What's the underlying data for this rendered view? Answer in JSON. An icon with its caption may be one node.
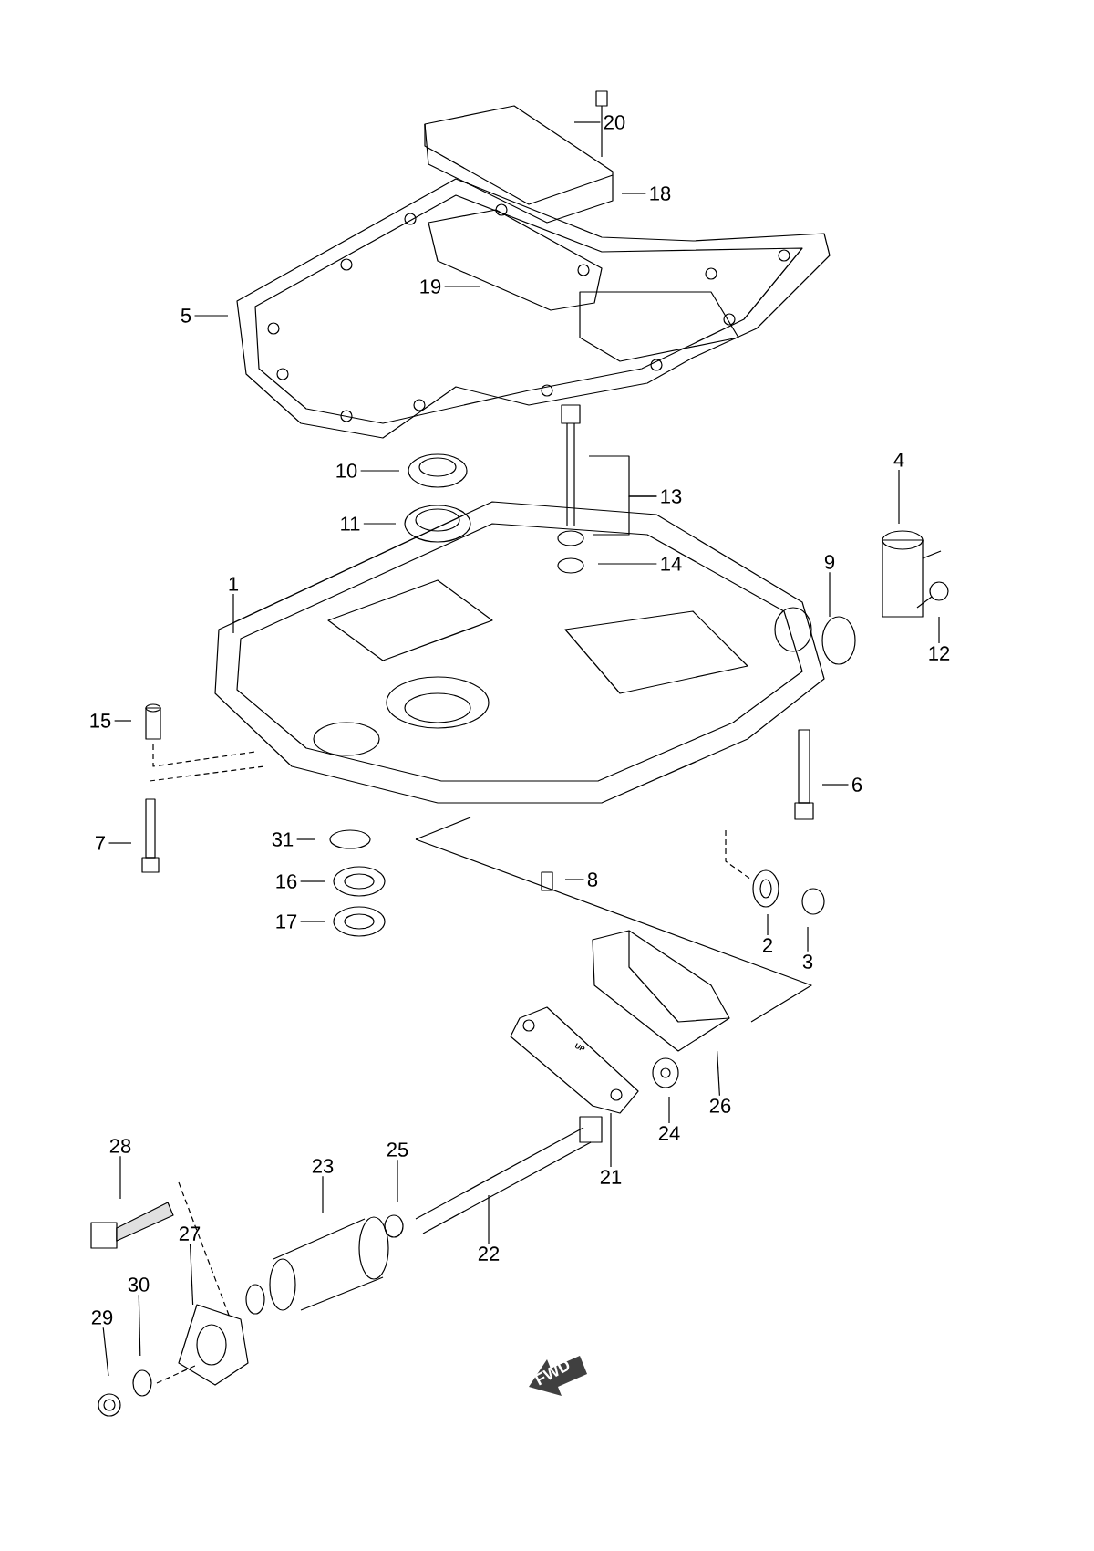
{
  "diagram": {
    "nodes": [
      {
        "text": [
          "20"
        ]
      },
      {
        "text": [
          "18"
        ]
      },
      {
        "text": [
          "19"
        ]
      },
      {
        "text": [
          "5"
        ]
      },
      {
        "text": [
          "10"
        ]
      },
      {
        "text": [
          "4"
        ]
      },
      {
        "text": [
          "13"
        ]
      },
      {
        "text": [
          "11"
        ]
      },
      {
        "text": [
          "9"
        ]
      },
      {
        "text": [
          "14"
        ]
      },
      {
        "text": [
          "1"
        ]
      },
      {
        "text": [
          "12"
        ]
      },
      {
        "text": [
          "15"
        ]
      },
      {
        "text": [
          "6"
        ]
      },
      {
        "text": [
          "31"
        ]
      },
      {
        "text": [
          "7"
        ]
      },
      {
        "text": [
          "8"
        ]
      },
      {
        "text": [
          "16"
        ]
      },
      {
        "text": [
          "17"
        ]
      },
      {
        "text": [
          "2"
        ]
      },
      {
        "text": [
          "3"
        ]
      },
      {
        "text": [
          "26"
        ]
      },
      {
        "text": [
          "24"
        ]
      },
      {
        "text": [
          "28"
        ]
      },
      {
        "text": [
          "25"
        ]
      },
      {
        "text": [
          "23"
        ]
      },
      {
        "text": [
          "21"
        ]
      },
      {
        "text": [
          "22"
        ]
      },
      {
        "text": [
          "27"
        ]
      },
      {
        "text": [
          "30"
        ]
      },
      {
        "text": [
          "29"
        ]
      }
    ],
    "edges": [
      {
        "from": 0,
        "to": null,
        "arrow": "none"
      },
      {
        "from": 1,
        "to": null,
        "arrow": "none"
      },
      {
        "from": 2,
        "to": null,
        "arrow": "none"
      },
      {
        "from": 3,
        "to": null,
        "arrow": "none"
      },
      {
        "from": 4,
        "to": null,
        "arrow": "none"
      },
      {
        "from": 5,
        "to": null,
        "arrow": "none"
      },
      {
        "from": 6,
        "to": null,
        "arrow": "none"
      },
      {
        "from": 6,
        "to": null,
        "arrow": "none"
      },
      {
        "from": 7,
        "to": null,
        "arrow": "none"
      },
      {
        "from": 8,
        "to": null,
        "arrow": "none"
      },
      {
        "from": 9,
        "to": null,
        "arrow": "none"
      },
      {
        "from": 10,
        "to": null,
        "arrow": "none"
      },
      {
        "from": 11,
        "to": null,
        "arrow": "none"
      },
      {
        "from": 12,
        "to": null,
        "arrow": "none"
      },
      {
        "from": 13,
        "to": null,
        "arrow": "none"
      },
      {
        "from": 14,
        "to": null,
        "arrow": "none"
      },
      {
        "from": 15,
        "to": null,
        "arrow": "none"
      },
      {
        "from": 16,
        "to": null,
        "arrow": "none"
      },
      {
        "from": 17,
        "to": null,
        "arrow": "none"
      },
      {
        "from": 18,
        "to": null,
        "arrow": "none"
      },
      {
        "from": 19,
        "to": null,
        "arrow": "none"
      },
      {
        "from": 20,
        "to": null,
        "arrow": "none"
      },
      {
        "from": 21,
        "to": null,
        "arrow": "none"
      },
      {
        "from": 22,
        "to": null,
        "arrow": "none"
      },
      {
        "from": 23,
        "to": null,
        "arrow": "none"
      },
      {
        "from": 24,
        "to": null,
        "arrow": "none"
      },
      {
        "from": 25,
        "to": null,
        "arrow": "none"
      },
      {
        "from": 26,
        "to": null,
        "arrow": "none"
      },
      {
        "from": 27,
        "to": null,
        "arrow": "none"
      },
      {
        "from": 28,
        "to": null,
        "arrow": "none"
      },
      {
        "from": 29,
        "to": null,
        "arrow": "none"
      },
      {
        "from": 30,
        "to": null,
        "arrow": "none"
      }
    ],
    "labels": [
      "UP",
      "FWD"
    ]
  }
}
